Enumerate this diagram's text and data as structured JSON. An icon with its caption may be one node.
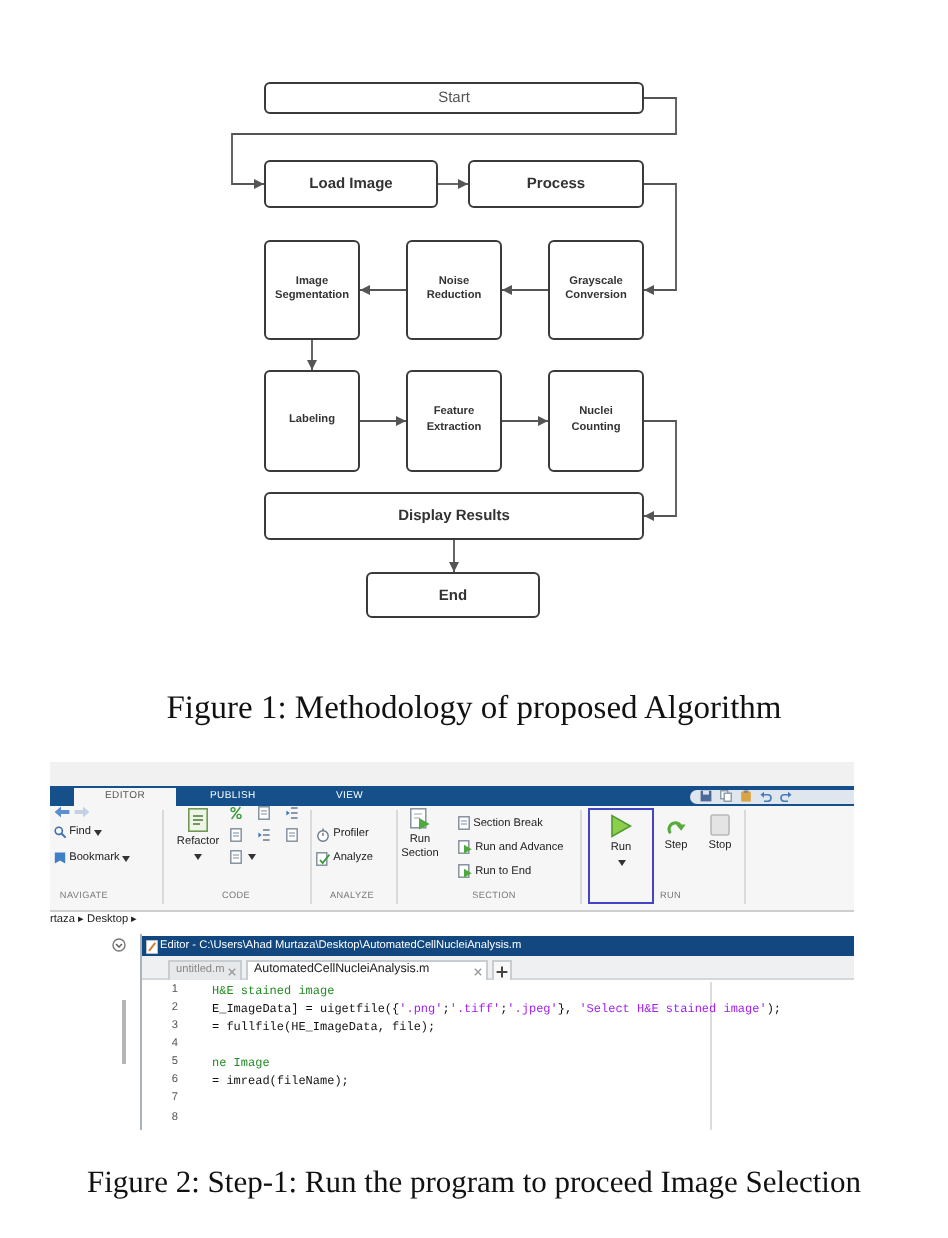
{
  "diagram": {
    "caption": "Figure 1: Methodology of proposed Algorithm",
    "nodes": [
      {
        "text": [
          "Start"
        ]
      },
      {
        "text": [
          "Load Image"
        ]
      },
      {
        "text": [
          "Process"
        ]
      },
      {
        "text": [
          "Image Segmentation"
        ]
      },
      {
        "text": [
          "Noise Reduction"
        ]
      },
      {
        "text": [
          "Grayscale Conversion"
        ]
      },
      {
        "text": [
          "Labeling"
        ]
      },
      {
        "text": [
          "Feature Extraction"
        ]
      },
      {
        "text": [
          "Nuclei Counting"
        ]
      },
      {
        "text": [
          "Display Results"
        ]
      },
      {
        "text": [
          "End"
        ]
      }
    ],
    "edges": [
      {
        "from": 0,
        "to": 1,
        "arrow": "to"
      },
      {
        "from": 1,
        "to": 2,
        "arrow": "to"
      },
      {
        "from": 2,
        "to": 5,
        "arrow": "to"
      },
      {
        "from": 5,
        "to": 4,
        "arrow": "to"
      },
      {
        "from": 4,
        "to": 3,
        "arrow": "to"
      },
      {
        "from": 3,
        "to": 6,
        "arrow": "to"
      },
      {
        "from": 6,
        "to": 7,
        "arrow": "to"
      },
      {
        "from": 7,
        "to": 8,
        "arrow": "to"
      },
      {
        "from": 8,
        "to": 9,
        "arrow": "to"
      },
      {
        "from": 9,
        "to": 10,
        "arrow": "to"
      }
    ],
    "labels": [
      "EDITOR",
      "PUBLISH",
      "VIEW",
      "Find",
      "Bookmark",
      "Refactor",
      "Profiler",
      "Analyze",
      "Run Section",
      "Section Break",
      "Run and Advance",
      "Run to End",
      "Run",
      "Step",
      "Stop",
      "NAVIGATE",
      "CODE",
      "ANALYZE",
      "SECTION",
      "RUN",
      "rtaza ▸ Desktop ▸",
      "Editor - C:\\Users\\Ahad Murtaza\\Desktop\\AutomatedCellNucleiAnalysis.m",
      "untitled.m",
      "AutomatedCellNucleiAnalysis.m",
      "1",
      "H&E stained image",
      "2",
      "E_ImageData] = uigetfile({'.png';'.tiff';'.jpeg'}, 'Select H&E stained image');",
      "3",
      "= fullfile(HE_ImageData, file);",
      "4",
      "5",
      "ne Image",
      "6",
      "= imread(fileName);",
      "7",
      "8",
      "Figure 2: Step-1: Run the program to proceed Image Selection"
    ]
  }
}
